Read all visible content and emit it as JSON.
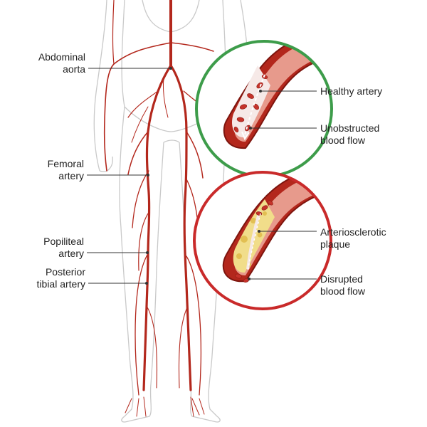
{
  "labels": {
    "abdominal_aorta": [
      "Abdominal",
      "aorta"
    ],
    "femoral_artery": [
      "Femoral",
      "artery"
    ],
    "popliteal_artery": [
      "Popiliteal",
      "artery"
    ],
    "posterior_tibial_artery": [
      "Posterior",
      "tibial artery"
    ],
    "healthy_artery": [
      "Healthy artery"
    ],
    "unobstructed_blood_flow": [
      "Unobstructed",
      "blood flow"
    ],
    "arteriosclerotic_plaque": [
      "Arteriosclerotic",
      "plaque"
    ],
    "disrupted_blood_flow": [
      "Disrupted",
      "blood flow"
    ]
  },
  "colors": {
    "artery": "#b3271c",
    "artery_dark": "#7d150e",
    "healthy_ring": "#3d9c4a",
    "disease_ring": "#c92a2a",
    "plaque": "#f1dd8a",
    "body_outline": "#c9c9c9",
    "leader_line": "#333333"
  }
}
